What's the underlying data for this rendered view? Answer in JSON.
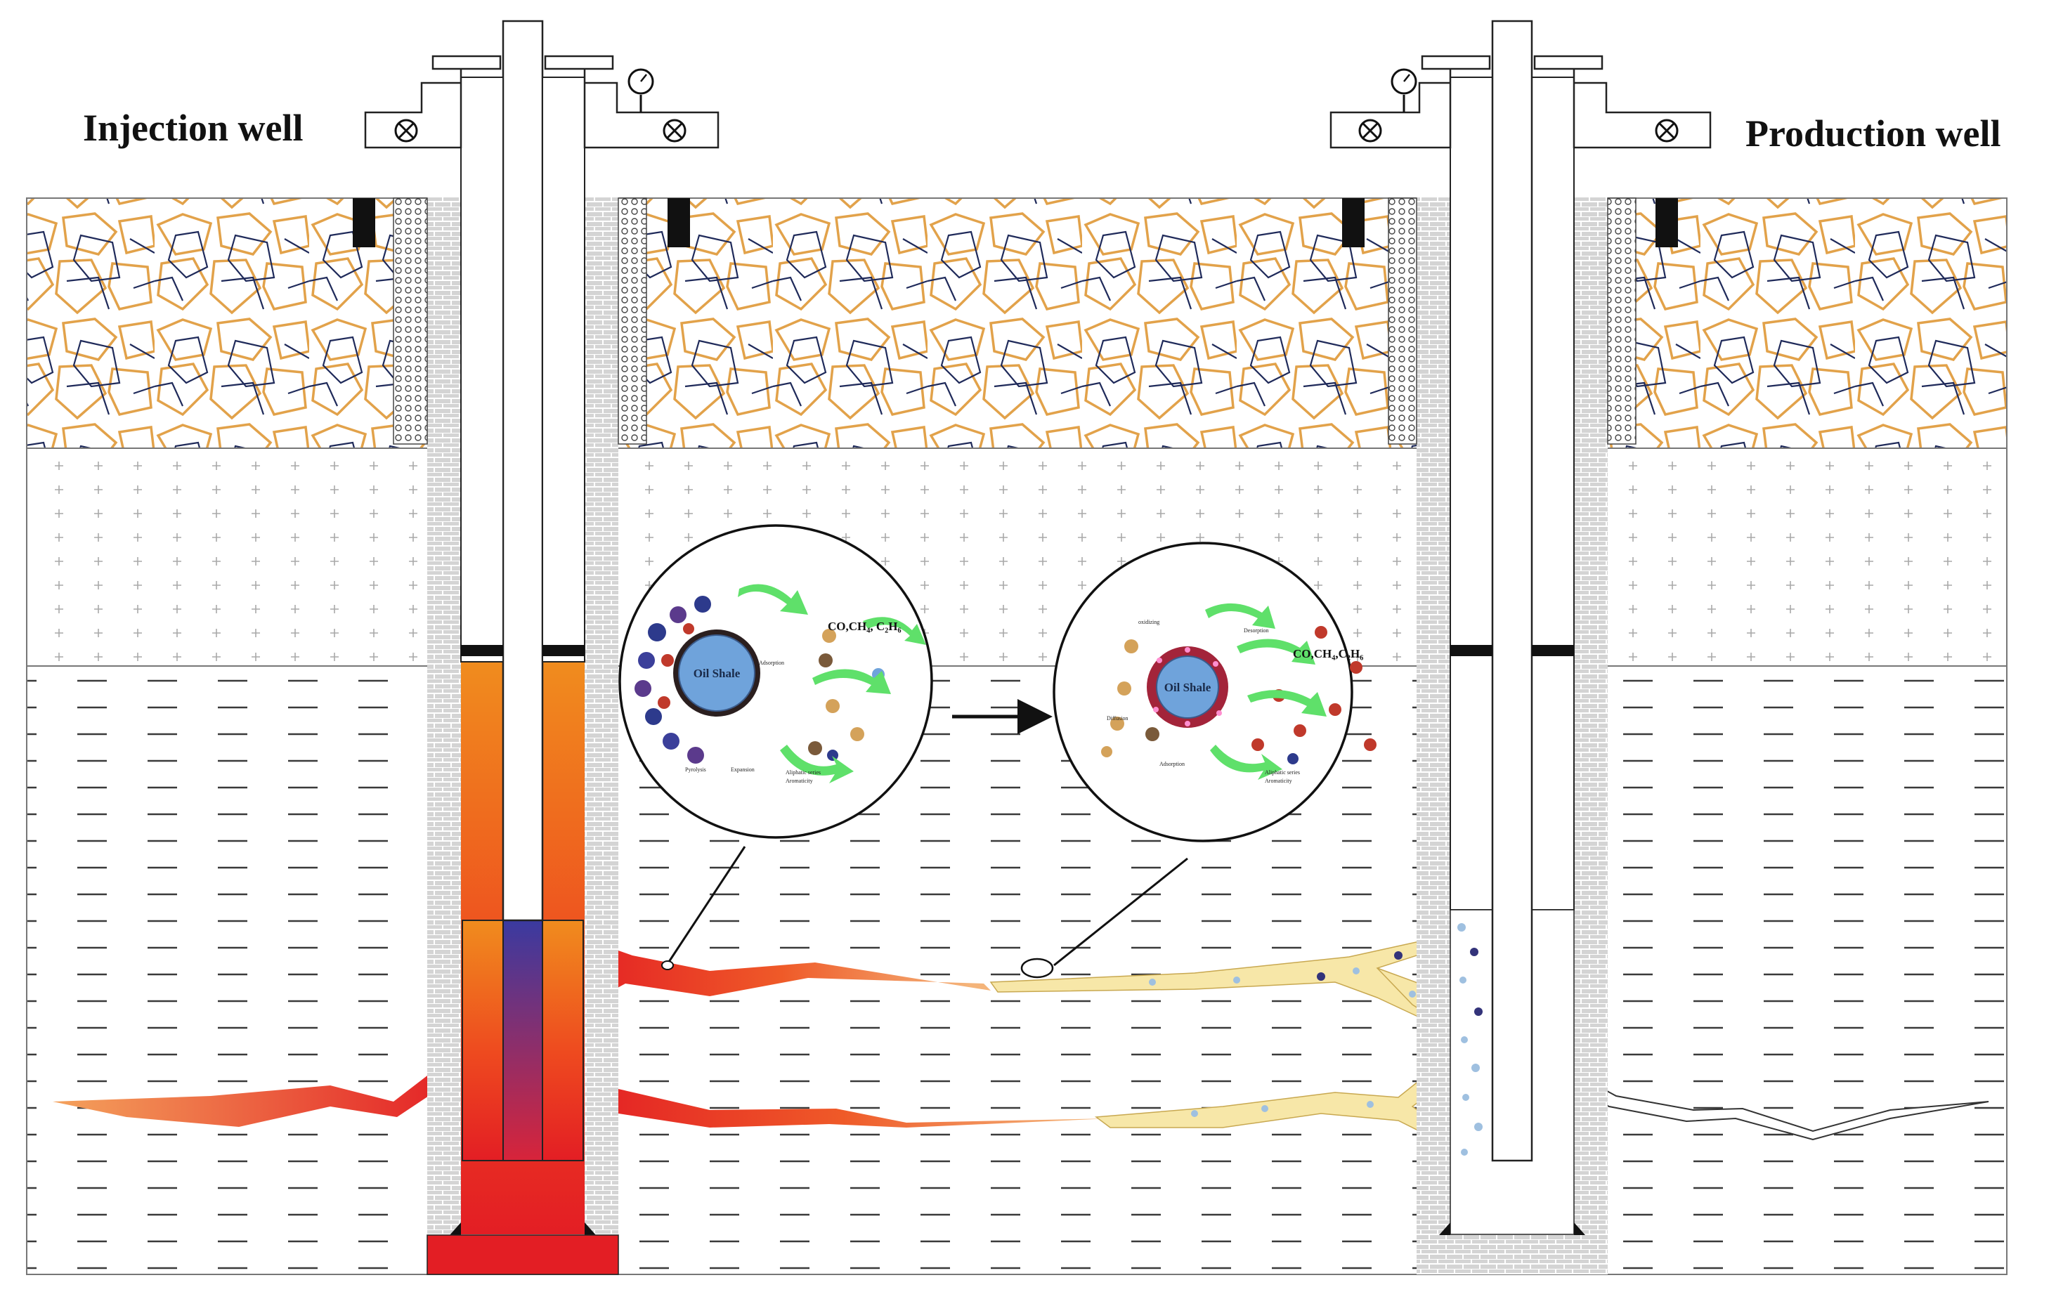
{
  "labels": {
    "injection_well": "Injection well",
    "production_well": "Production well"
  },
  "bubble_left": {
    "center_label": "Oil Shale",
    "gas_label": "CO,CH₄, C₂H₆",
    "annotations": [
      "Pyrolysis",
      "Aliphatic series",
      "Aromaticity",
      "Expansion",
      "Adsorption"
    ]
  },
  "bubble_right": {
    "center_label": "Oil Shale",
    "gas_label": "CO,CH₄,C₂H₆",
    "annotations": [
      "oxidizing",
      "Diffusion",
      "Desorption",
      "Aliphatic series",
      "Aromaticity",
      "Adsorption"
    ]
  },
  "colors": {
    "caprock_orange": "#e2a24a",
    "caprock_blue": "#1f2a5a",
    "hot_fluid_red": "#e31e24",
    "hot_fluid_orange": "#f08c1e",
    "product_yellow": "#f7e7a8",
    "shale_blue": "#6fa3db",
    "flow_arrow_green": "#5fe06a",
    "casing_gray": "#c7c7c7"
  }
}
